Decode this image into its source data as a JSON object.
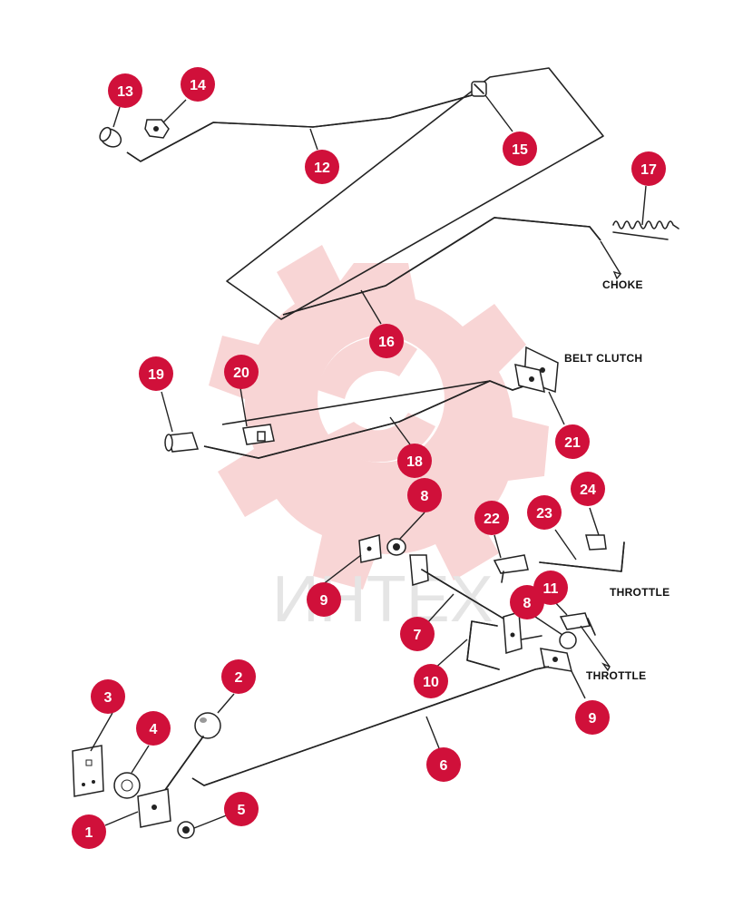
{
  "colors": {
    "callout_fill": "#d0103a",
    "watermark": "#f0b0b0",
    "line": "#222222",
    "background": "#ffffff"
  },
  "watermark": {
    "text": "ИНТЕХ"
  },
  "labels": {
    "choke": "CHOKE",
    "belt_clutch": "BELT CLUTCH",
    "throttle_upper": "THROTTLE",
    "throttle_lower": "THROTTLE"
  },
  "callouts": [
    {
      "id": "c13",
      "number": "13"
    },
    {
      "id": "c14",
      "number": "14"
    },
    {
      "id": "c12",
      "number": "12"
    },
    {
      "id": "c15",
      "number": "15"
    },
    {
      "id": "c17",
      "number": "17"
    },
    {
      "id": "c16",
      "number": "16"
    },
    {
      "id": "c19",
      "number": "19"
    },
    {
      "id": "c20",
      "number": "20"
    },
    {
      "id": "c21",
      "number": "21"
    },
    {
      "id": "c18",
      "number": "18"
    },
    {
      "id": "c8a",
      "number": "8"
    },
    {
      "id": "c22",
      "number": "22"
    },
    {
      "id": "c23",
      "number": "23"
    },
    {
      "id": "c24",
      "number": "24"
    },
    {
      "id": "c9a",
      "number": "9"
    },
    {
      "id": "c11",
      "number": "11"
    },
    {
      "id": "c8b",
      "number": "8"
    },
    {
      "id": "c7",
      "number": "7"
    },
    {
      "id": "c10",
      "number": "10"
    },
    {
      "id": "c9b",
      "number": "9"
    },
    {
      "id": "c2",
      "number": "2"
    },
    {
      "id": "c3",
      "number": "3"
    },
    {
      "id": "c4",
      "number": "4"
    },
    {
      "id": "c6",
      "number": "6"
    },
    {
      "id": "c5",
      "number": "5"
    },
    {
      "id": "c1",
      "number": "1"
    }
  ]
}
